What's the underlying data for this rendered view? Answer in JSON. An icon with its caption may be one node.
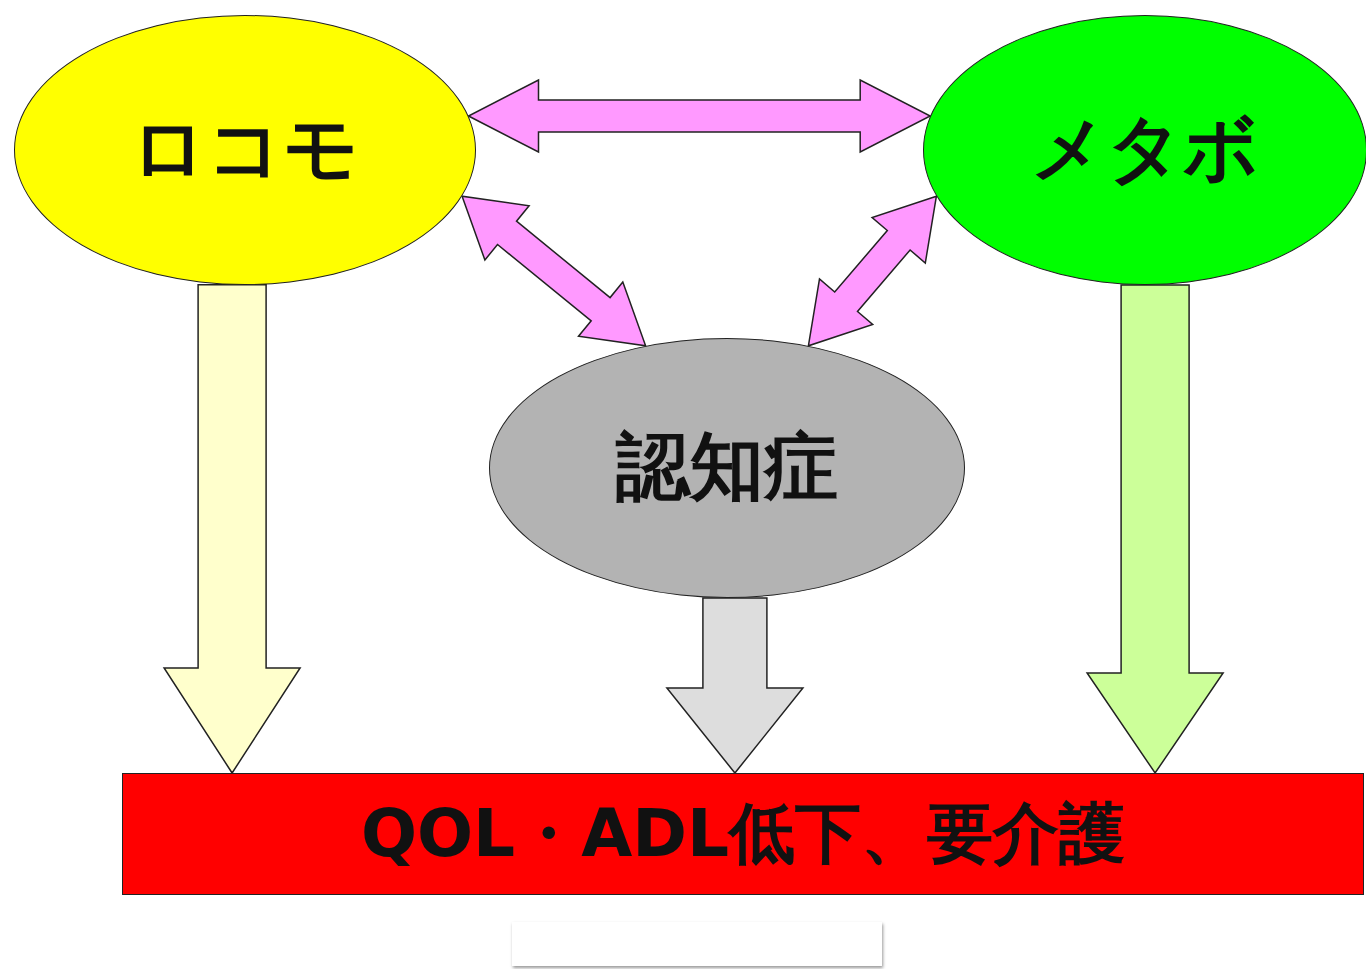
{
  "diagram": {
    "nodes": [
      {
        "text": [
          "ロコモ"
        ]
      },
      {
        "text": [
          "メタボ"
        ]
      },
      {
        "text": [
          "認知症"
        ]
      },
      {
        "text": [
          "QOL・ADL低下、要介護"
        ]
      }
    ],
    "edges": [
      {
        "from": 0,
        "to": 1,
        "arrow": "both",
        "color": "#ff99ff"
      },
      {
        "from": 0,
        "to": 2,
        "arrow": "both",
        "color": "#ff99ff"
      },
      {
        "from": 1,
        "to": 2,
        "arrow": "both",
        "color": "#ff99ff"
      },
      {
        "from": 0,
        "to": 3,
        "arrow": "to",
        "color": "#ffffcc"
      },
      {
        "from": 2,
        "to": 3,
        "arrow": "to",
        "color": "#dddddd"
      },
      {
        "from": 1,
        "to": 3,
        "arrow": "to",
        "color": "#ccff99"
      }
    ]
  }
}
